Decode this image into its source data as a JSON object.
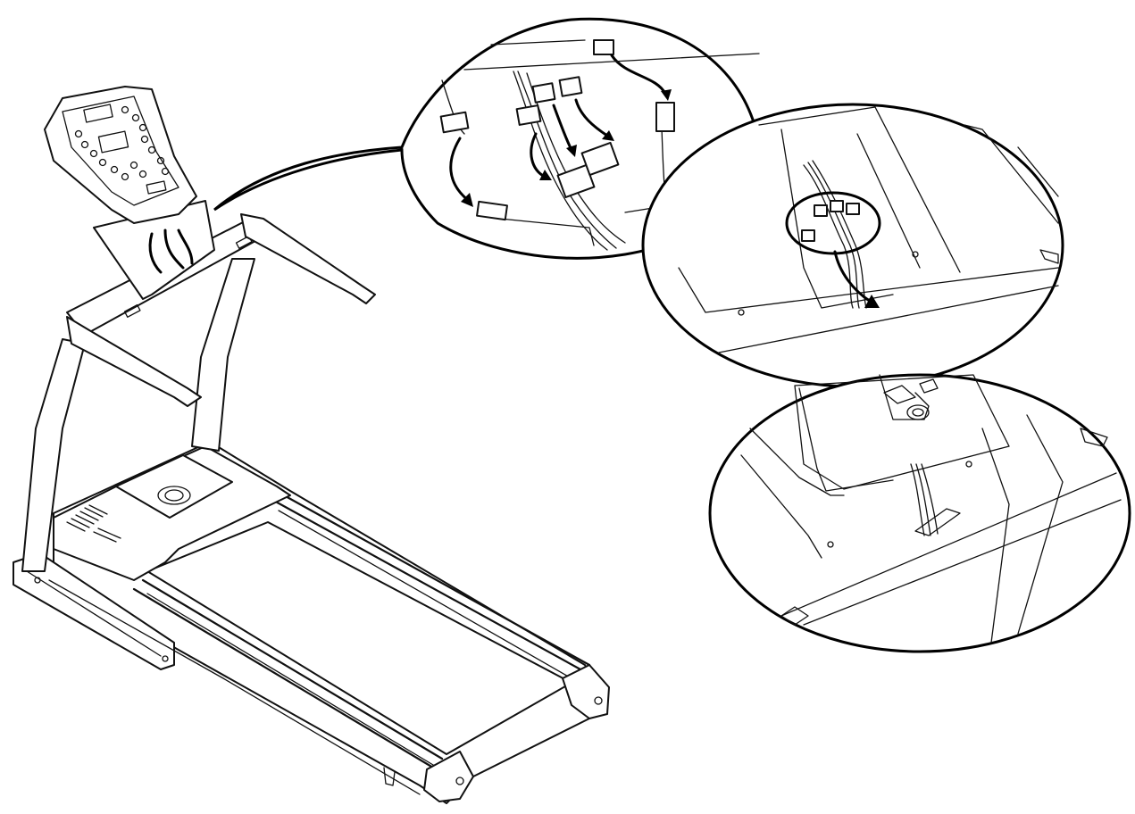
{
  "diagram": {
    "subject": "treadmill-console-cable-connection",
    "line_color": "#111111",
    "background": "#ffffff",
    "callouts": [
      "connector-detail",
      "upright-cable-routing",
      "base-cable-entry"
    ]
  }
}
